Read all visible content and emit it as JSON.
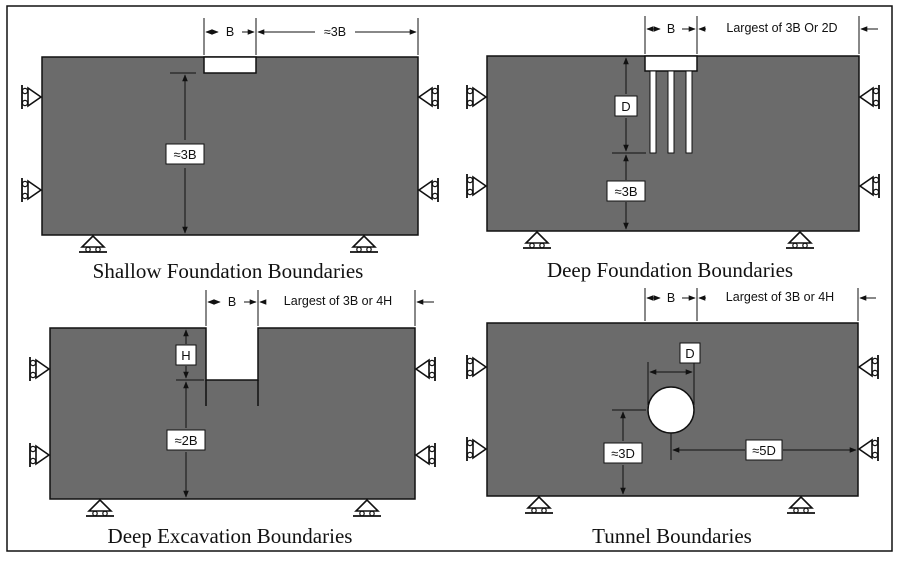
{
  "colors": {
    "soil": "#6b6b6b",
    "outline": "#111111",
    "background": "#ffffff",
    "label_box": "#ffffff"
  },
  "panels": {
    "shallow": {
      "caption": "Shallow Foundation Boundaries",
      "width_label": "B",
      "lateral_label": "≈3B",
      "depth_label": "≈3B"
    },
    "deep": {
      "caption": "Deep Foundation Boundaries",
      "width_label": "B",
      "lateral_label": "Largest of 3B Or 2D",
      "pile_label": "D",
      "depth_label": "≈3B"
    },
    "excavation": {
      "caption": "Deep Excavation Boundaries",
      "width_label": "B",
      "lateral_label": "Largest of 3B or 4H",
      "excavation_depth_label": "H",
      "depth_label": "≈2B"
    },
    "tunnel": {
      "caption": "Tunnel Boundaries",
      "width_label": "B",
      "lateral_label": "Largest of 3B or 4H",
      "diameter_label": "D",
      "depth_label": "≈3D",
      "side_label": "≈5D"
    }
  },
  "icons": {
    "side_support": "roller-support-icon",
    "bottom_support": "pin-support-icon"
  }
}
